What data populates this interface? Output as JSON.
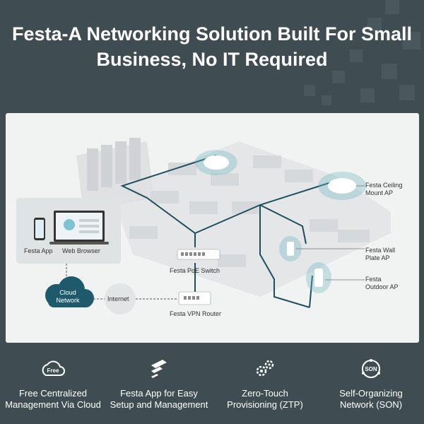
{
  "title": {
    "line1": "Festa-A Networking Solution Built For Small",
    "line2": "Business, No IT Required"
  },
  "diagram": {
    "festa_app": "Festa App",
    "web_browser": "Web Browser",
    "cloud_line1": "Cloud",
    "cloud_line2": "Network",
    "internet": "Internet",
    "poe_switch": "Festa PoE Switch",
    "vpn_router": "Festa VPN Router",
    "ceiling_ap_line1": "Festa Ceiling",
    "ceiling_ap_line2": "Mount AP",
    "wall_ap_line1": "Festa Wall",
    "wall_ap_line2": "Plate AP",
    "outdoor_ap_line1": "Festa",
    "outdoor_ap_line2": "Outdoor AP"
  },
  "features": [
    {
      "icon": "free-cloud-icon",
      "badge": "Free",
      "line1": "Free Centralized",
      "line2": "Management Via Cloud"
    },
    {
      "icon": "festa-app-icon",
      "line1": "Festa App for Easy",
      "line2": "Setup and Management"
    },
    {
      "icon": "gears-icon",
      "line1": "Zero-Touch",
      "line2": "Provisioning (ZTP)"
    },
    {
      "icon": "son-icon",
      "badge": "SON",
      "line1": "Self-Organizing",
      "line2": "Network (SON)"
    }
  ],
  "colors": {
    "background": "#3f4c52",
    "panel": "#f1f2f2",
    "network_line": "#1c4f5e",
    "cloud": "#1e5a6b",
    "ap_glow": "#6fb7c4"
  }
}
